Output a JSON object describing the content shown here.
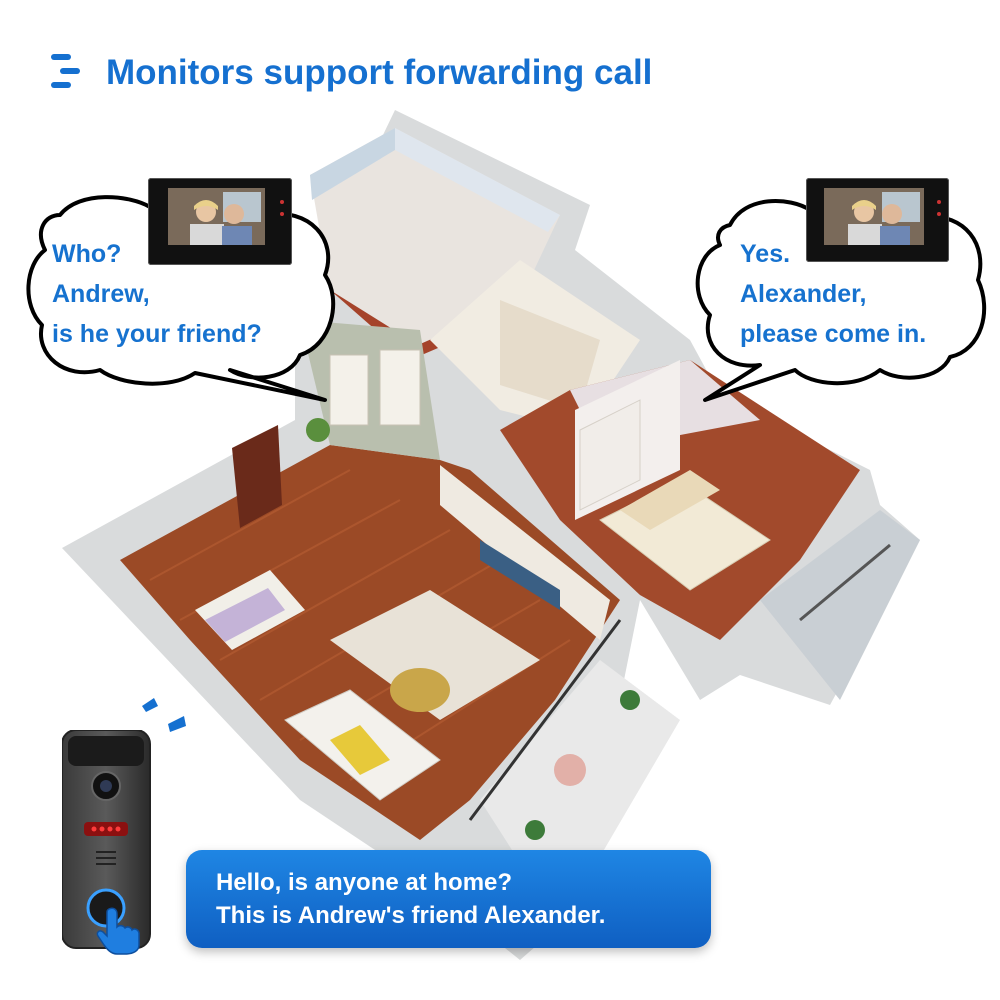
{
  "header": {
    "title": "Monitors support forwarding call",
    "icon": "menu-lines-icon"
  },
  "left_bubble": {
    "lines": [
      "Who?",
      "Andrew,",
      "is he your friend?"
    ]
  },
  "right_bubble": {
    "lines": [
      "Yes.",
      "Alexander,",
      "please come in."
    ]
  },
  "call_box": {
    "lines": [
      "Hello, is anyone at home?",
      "This is Andrew's friend Alexander."
    ]
  },
  "colors": {
    "accent_blue": "#1570d0",
    "call_box_blue": "#1a78d8",
    "bubble_outline": "#000000"
  },
  "icons": [
    "menu-lines-icon",
    "video-monitor-icon",
    "video-doorbell-icon",
    "press-button-hand-icon",
    "signal-waves-icon"
  ]
}
